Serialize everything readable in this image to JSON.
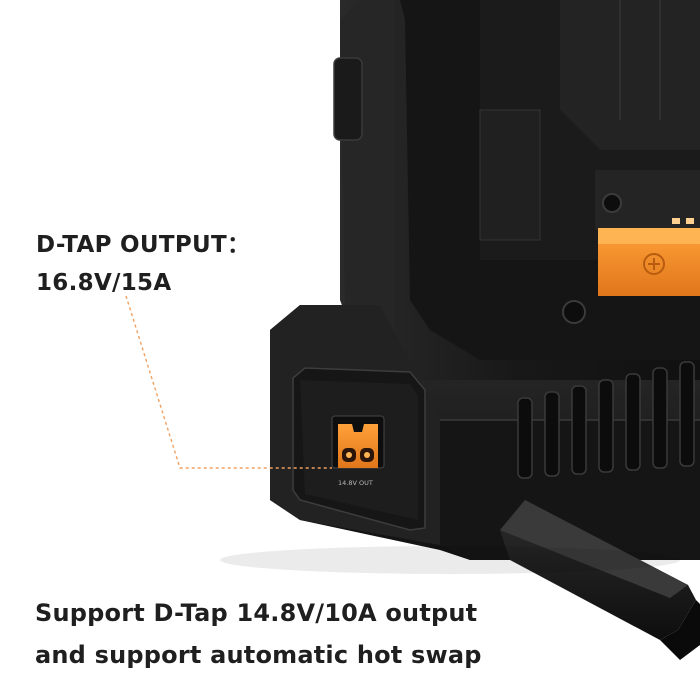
{
  "callout": {
    "title_line1": "D-TAP OUTPUT：",
    "title_line2": "16.8V/15A"
  },
  "port": {
    "label": "14.8V OUT"
  },
  "caption": {
    "line1": "Support D-Tap 14.8V/10A output",
    "line2": "and support automatic hot swap"
  },
  "colors": {
    "background": "#ffffff",
    "body": "#1c1c1c",
    "connector": "#f28a22",
    "leader_line": "#f0a060",
    "text": "#1f1f1f"
  },
  "icons": [
    "d-tap-connector-icon",
    "screw-icon",
    "cooling-fins-icon"
  ]
}
